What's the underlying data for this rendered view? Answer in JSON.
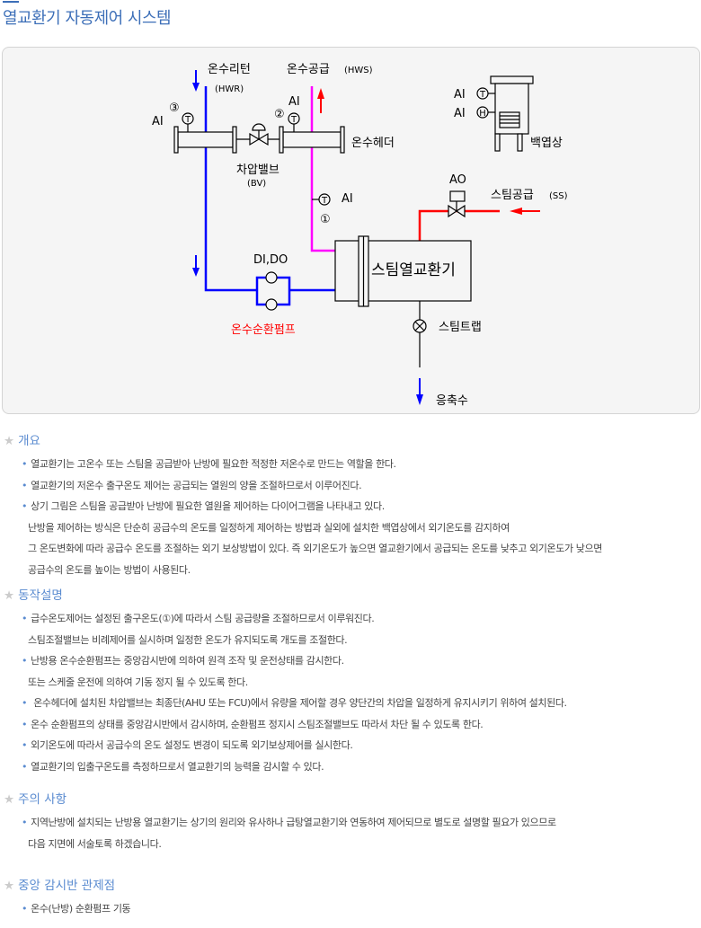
{
  "title": "열교환기 자동제어 시스템",
  "diagram": {
    "hwr": "온수리턴",
    "hwr_code": "(HWR)",
    "hws": "온수공급",
    "hws_code": "(HWS)",
    "ai": "AI",
    "n1": "①",
    "n2": "②",
    "n3": "③",
    "bv": "차압밸브",
    "bv_code": "(BV)",
    "header": "온수헤더",
    "shelter": "백엽상",
    "ao": "AO",
    "ss": "스팀공급",
    "ss_code": "(SS)",
    "t": "T",
    "h": "H",
    "hx": "스팀열교환기",
    "dido": "DI,DO",
    "pump": "온수순환펌프",
    "trap": "스팀트랩",
    "cond": "응축수",
    "colors": {
      "return": "#0000ff",
      "supply": "#ff00ff",
      "steam": "#ff0000"
    }
  },
  "sections": [
    {
      "heading": "개요",
      "items": [
        {
          "text": "열교환기는 고온수 또는 스팀을 공급받아 난방에 필요한 적정한 저온수로 만드는 역할을 한다.",
          "bullet": true
        },
        {
          "text": "열교환기의 저온수 출구온도 제어는 공급되는 열원의 양을 조절하므로서 이루어진다.",
          "bullet": true
        },
        {
          "text": "상기 그림은 스팀을 공급받아 난방에 필요한 열원을 제어하는 다이어그램을 나타내고 있다.",
          "bullet": true
        },
        {
          "text": "난방을 제어하는 방식은 단순히 공급수의 온도를 일정하게 제어하는 방법과 실외에 설치한 백엽상에서 외기온도를 감지하여",
          "bullet": false
        },
        {
          "text": "그 온도변화에 따라 공급수 온도를 조절하는 외기 보상방법이 있다. 즉 외기온도가 높으면 열교환기에서 공급되는 온도를 낮추고 외기온도가 낮으면",
          "bullet": false
        },
        {
          "text": "공급수의 온도를 높이는 방법이 사용된다.",
          "bullet": false
        }
      ]
    },
    {
      "heading": "동작설명",
      "items": [
        {
          "text": "급수온도제어는 설정된 출구온도(①)에 따라서 스팀 공급량을 조절하므로서 이루워진다.",
          "bullet": true
        },
        {
          "text": "스팀조절밸브는 비례제어를 실시하며 일정한 온도가 유지되도록 개도를 조절한다.",
          "bullet": false
        },
        {
          "text": "난방용 온수순환펌프는 중앙감시반에 의하여 원격 조작 및 운전상태를 감시한다.",
          "bullet": true
        },
        {
          "text": "또는 스케줄 운전에 의하여 기동 정지 될 수 있도록 한다.",
          "bullet": false
        },
        {
          "text": " 온수헤더에 설치된 차압밸브는 최종단(AHU 또는 FCU)에서 유량을 제어할 경우 양단간의 차압을 일정하게 유지시키기 위하여 설치된다.",
          "bullet": true
        },
        {
          "text": "온수 순환펌프의 상태를 중앙감시반에서 감시하며, 순환펌프 정지시 스팀조절밸브도 따라서 차단 될 수 있도록 한다.",
          "bullet": true
        },
        {
          "text": "외기온도에 따라서 공급수의 온도 설정도 변경이 되도록 외기보상제어를 실시한다.",
          "bullet": true
        },
        {
          "text": "열교환기의 입출구온도를 측정하므로서 열교환기의 능력을 감시할 수 있다.",
          "bullet": true
        }
      ]
    },
    {
      "heading": "주의 사항",
      "items": [
        {
          "text": "지역난방에 설치되는 난방용 열교환기는 상기의 원리와 유사하나 급탕열교환기와 연동하여 제어되므로 별도로 설명할 필요가 있으므로",
          "bullet": true
        },
        {
          "text": "다음 지면에 서술토록 하겠습니다.",
          "bullet": false
        }
      ]
    },
    {
      "heading": "중앙 감시반 관제점",
      "items": [
        {
          "text": "온수(난방) 순환펌프 기동",
          "bullet": true
        }
      ]
    }
  ]
}
